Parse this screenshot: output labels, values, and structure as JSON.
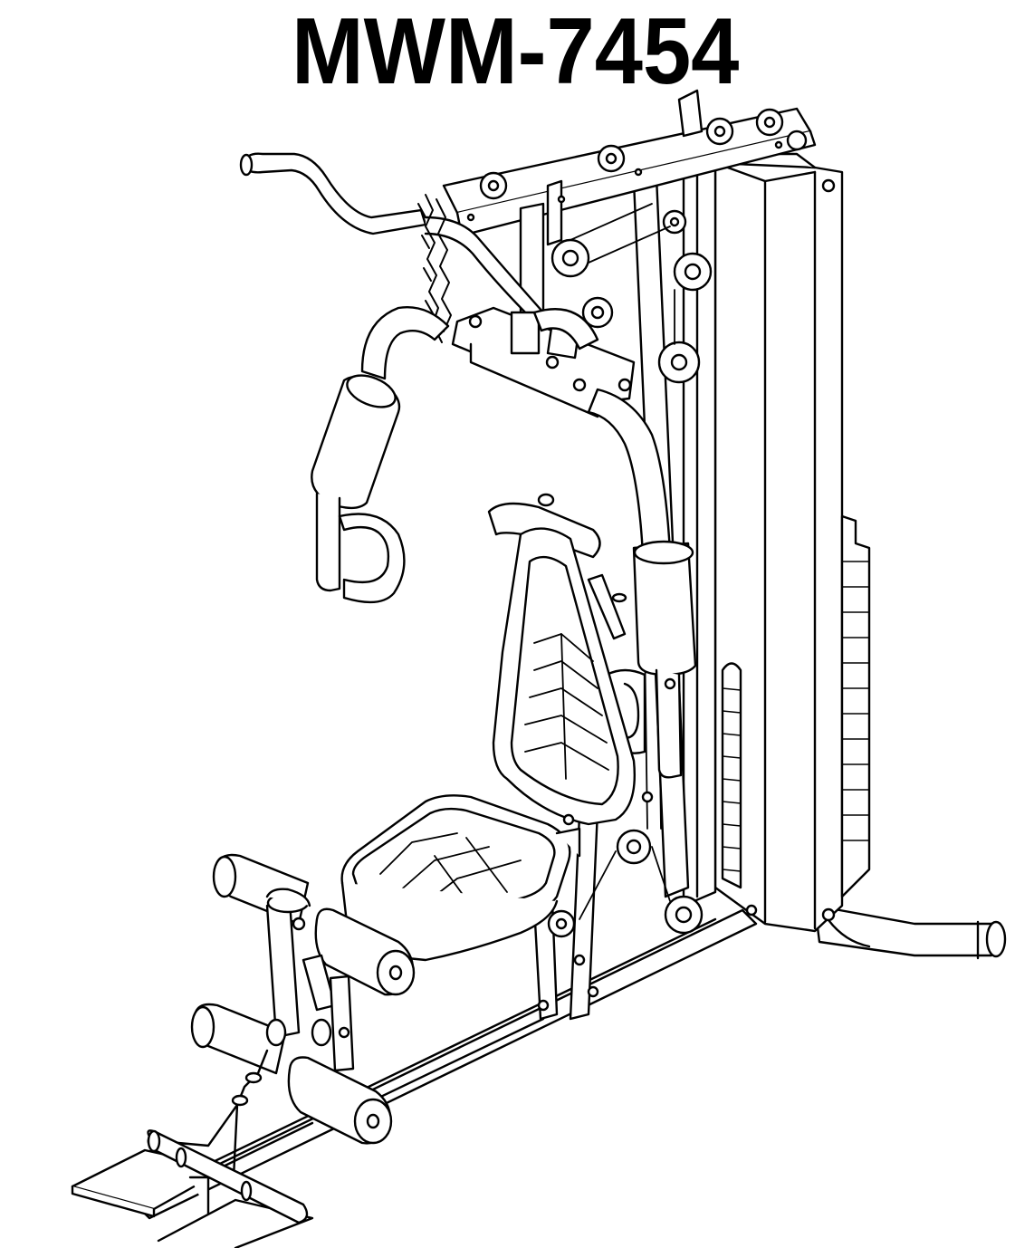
{
  "title": "MWM-7454",
  "illustration": {
    "stroke_color": "#000000",
    "fill_color": "#ffffff",
    "parts": [
      "weight-stack-shroud",
      "weight-plates",
      "top-pulley-beam",
      "lat-pulldown-bar",
      "chain",
      "pec-deck-arms",
      "press-arms",
      "backrest",
      "seat",
      "leg-developer",
      "foot-plate",
      "base-frame",
      "rear-stabilizer"
    ]
  }
}
